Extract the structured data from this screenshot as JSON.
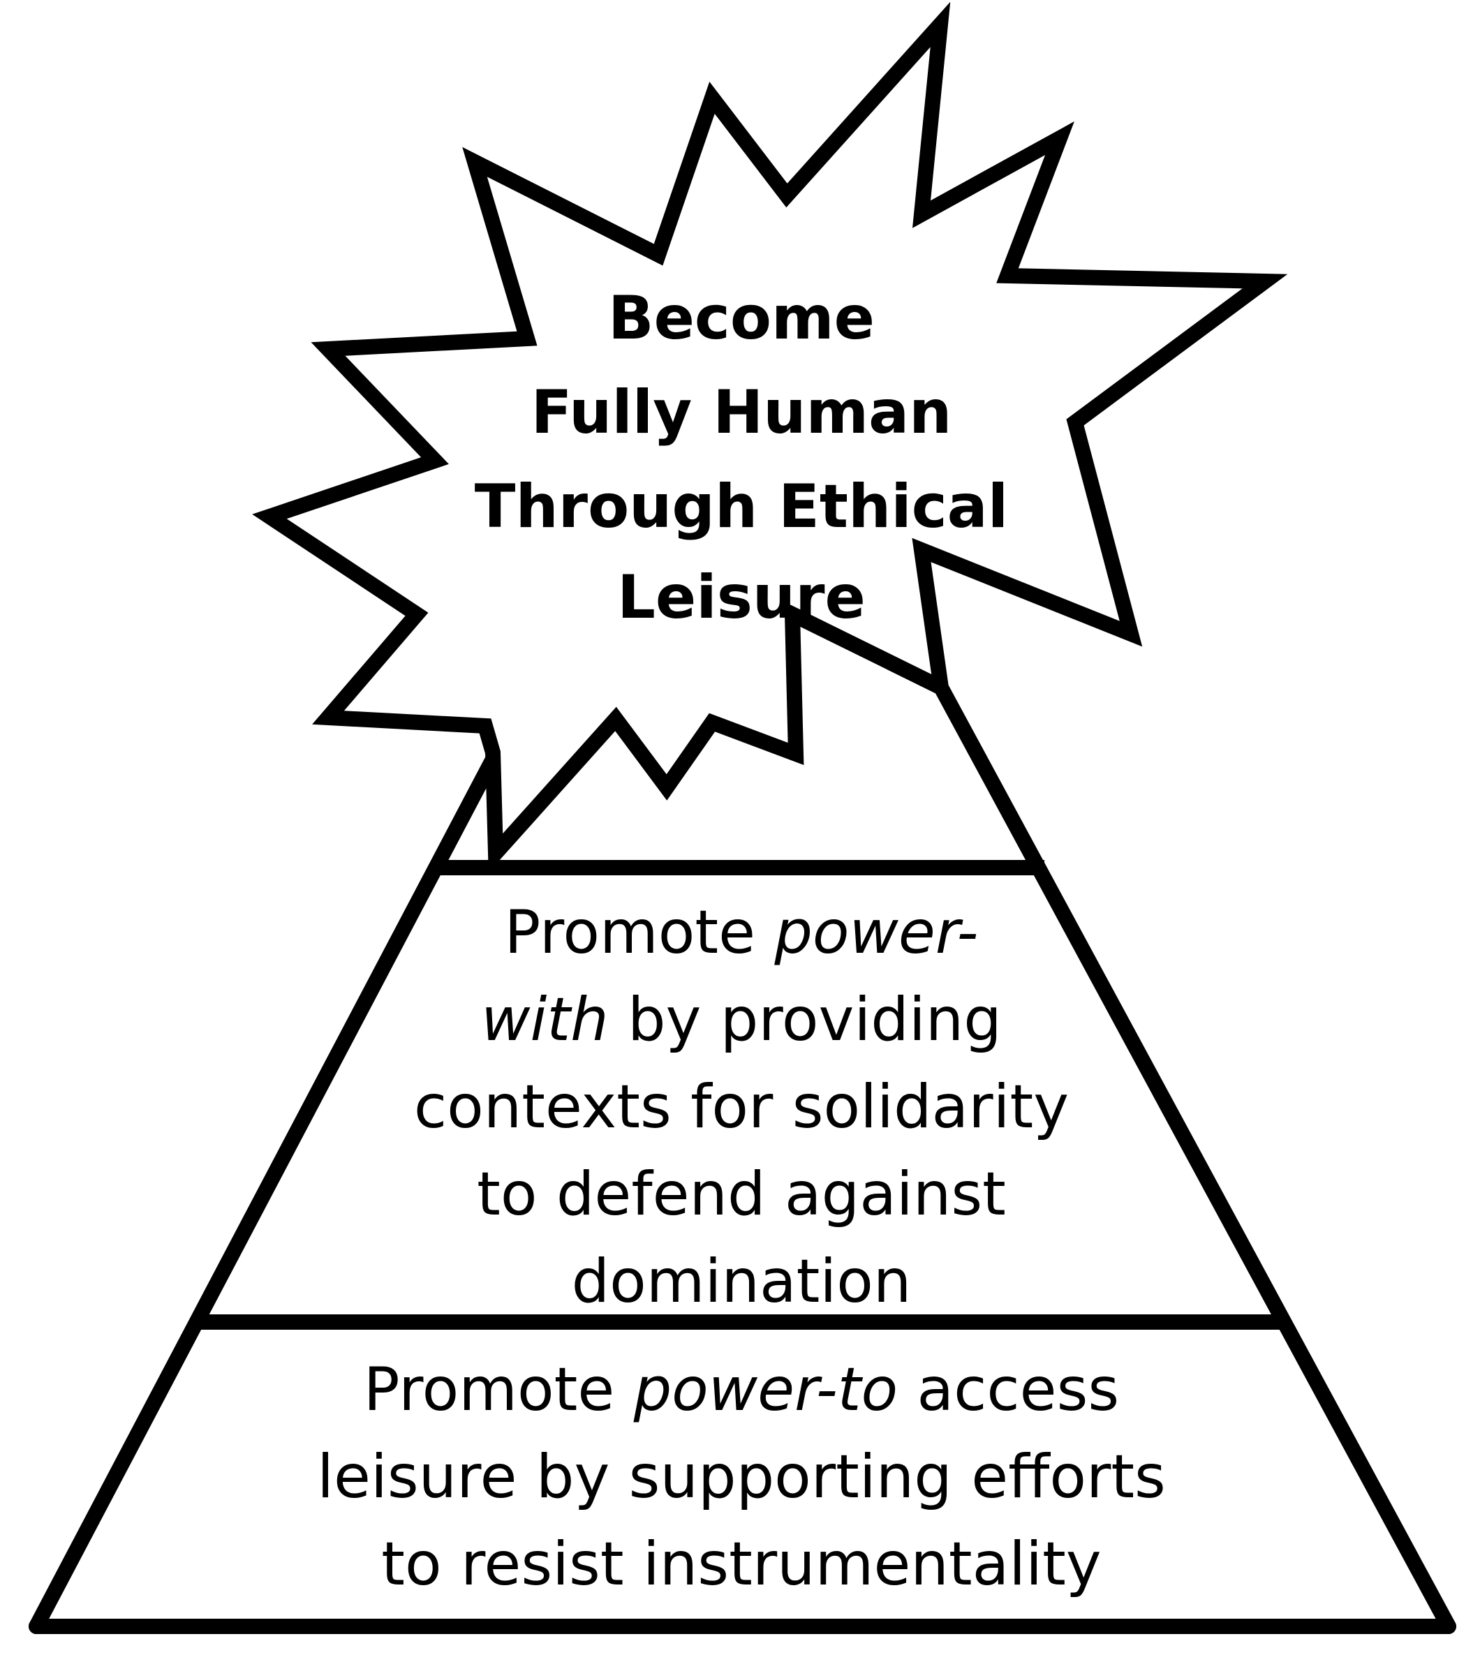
{
  "starburst": {
    "lines": [
      "Become",
      "Fully Human",
      "Through Ethical",
      "Leisure"
    ]
  },
  "middle_tier": {
    "lines": [
      [
        {
          "text": "Promote ",
          "italic": false
        },
        {
          "text": "power-",
          "italic": true
        }
      ],
      [
        {
          "text": "with",
          "italic": true
        },
        {
          "text": " by providing",
          "italic": false
        }
      ],
      [
        {
          "text": "contexts for solidarity",
          "italic": false
        }
      ],
      [
        {
          "text": "to defend against",
          "italic": false
        }
      ],
      [
        {
          "text": "domination",
          "italic": false
        }
      ]
    ]
  },
  "bottom_tier": {
    "lines": [
      [
        {
          "text": "Promote ",
          "italic": false
        },
        {
          "text": "power-to",
          "italic": true
        },
        {
          "text": " access",
          "italic": false
        }
      ],
      [
        {
          "text": "leisure by supporting efforts",
          "italic": false
        }
      ],
      [
        {
          "text": "to resist instrumentality",
          "italic": false
        }
      ]
    ]
  }
}
